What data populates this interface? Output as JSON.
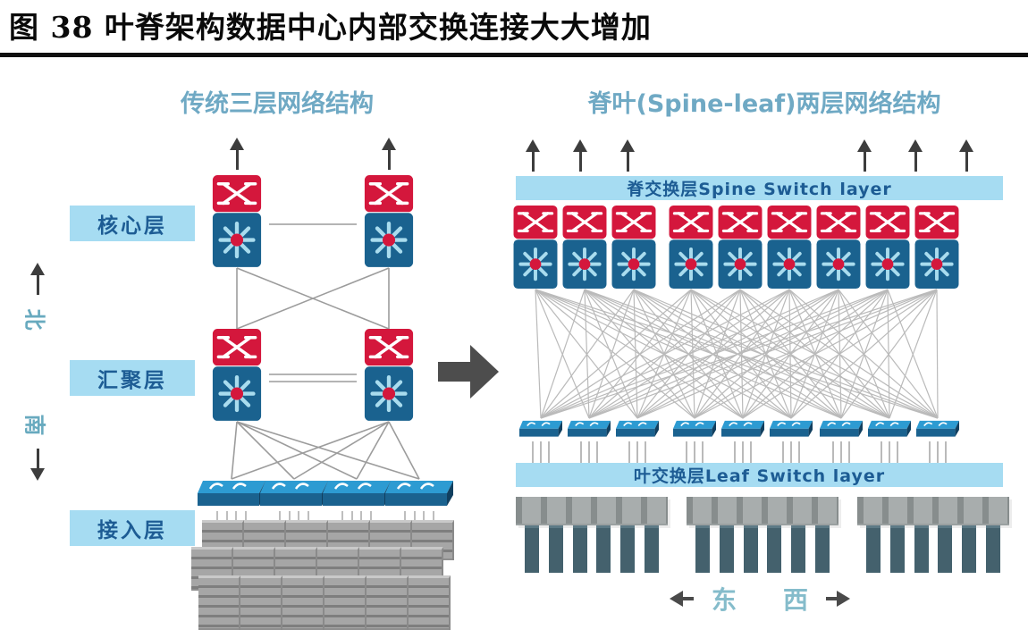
{
  "figure": {
    "caption": "图 38 叶脊架构数据中心内部交换连接大大增加"
  },
  "left_panel": {
    "title": "传统三层网络结构",
    "layer_labels": [
      "核心层",
      "汇聚层",
      "接入层"
    ],
    "axis": {
      "top_char": "北",
      "bottom_char": "南"
    },
    "core_switch_count": 2,
    "aggregation_switch_count": 2,
    "access_switch_count": 4,
    "server_rows": 3,
    "servers_per_row": 6
  },
  "right_panel": {
    "title": "脊叶(Spine-leaf)两层网络结构",
    "spine_bar_label": "脊交换层Spine Switch layer",
    "leaf_bar_label": "叶交换层Leaf Switch layer",
    "up_arrow_groups": [
      3,
      3
    ],
    "spine_switch_groups": [
      3,
      3,
      3
    ],
    "leaf_switch_groups": [
      3,
      3,
      3
    ],
    "server_group_count": 3,
    "servers_per_group": 6,
    "direction_labels": {
      "left_char": "东",
      "right_char": "西"
    }
  },
  "icons": {
    "multilayer_switch": "multilayer-switch-icon",
    "access_switch": "access-switch-icon",
    "up_arrow": "up-arrow-icon",
    "transition_arrow": "right-arrow-icon"
  },
  "colors": {
    "label_bg": "#a6dcf2",
    "label_text": "#1d5c94",
    "panel_title": "#6fa9c4",
    "switch_red": "#d4173c",
    "switch_blue": "#1a628f",
    "star_ray": "#a9dcee",
    "access_switch_top": "#2d9bd2",
    "mesh_line": "#b3b3b3",
    "link_line": "#9c9c9c",
    "server_gray": "#a6a6a6",
    "server_dark_teal": "#44616d",
    "arrow_dark": "#4d4d4d"
  }
}
